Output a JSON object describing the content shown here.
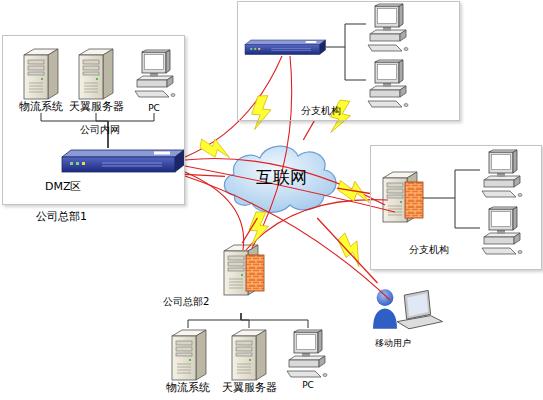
{
  "diagram": {
    "nodes": [
      {
        "text": [
          "公司总部1"
        ]
      },
      {
        "text": [
          "物流系统"
        ],
        "in": 0
      },
      {
        "text": [
          "天翼服务器"
        ],
        "in": 0
      },
      {
        "text": [
          "PC"
        ],
        "in": 0
      },
      {
        "text": [
          "DMZ区"
        ],
        "in": 0
      },
      {
        "text": [
          "分支机构"
        ]
      },
      {
        "text": [
          "分支机构"
        ]
      },
      {
        "text": [
          "互联网"
        ]
      },
      {
        "text": [
          "公司总部2"
        ]
      },
      {
        "text": [
          "物流系统"
        ]
      },
      {
        "text": [
          "天翼服务器"
        ]
      },
      {
        "text": [
          "PC"
        ]
      },
      {
        "text": [
          "移动用户"
        ]
      }
    ],
    "edges": [
      {
        "from": 1,
        "to": 4,
        "arrow": "none"
      },
      {
        "from": 2,
        "to": 4,
        "arrow": "none"
      },
      {
        "from": 3,
        "to": 4,
        "arrow": "none"
      },
      {
        "from": 4,
        "to": 7,
        "arrow": "none"
      },
      {
        "from": 5,
        "to": 7,
        "arrow": "none"
      },
      {
        "from": 6,
        "to": 7,
        "arrow": "none"
      },
      {
        "from": 8,
        "to": 7,
        "arrow": "none"
      },
      {
        "from": 12,
        "to": 7,
        "arrow": "none"
      },
      {
        "from": 8,
        "to": 9,
        "arrow": "none"
      },
      {
        "from": 8,
        "to": 10,
        "arrow": "none"
      },
      {
        "from": 8,
        "to": 11,
        "arrow": "none"
      }
    ],
    "labels": [
      "公司内网"
    ]
  }
}
